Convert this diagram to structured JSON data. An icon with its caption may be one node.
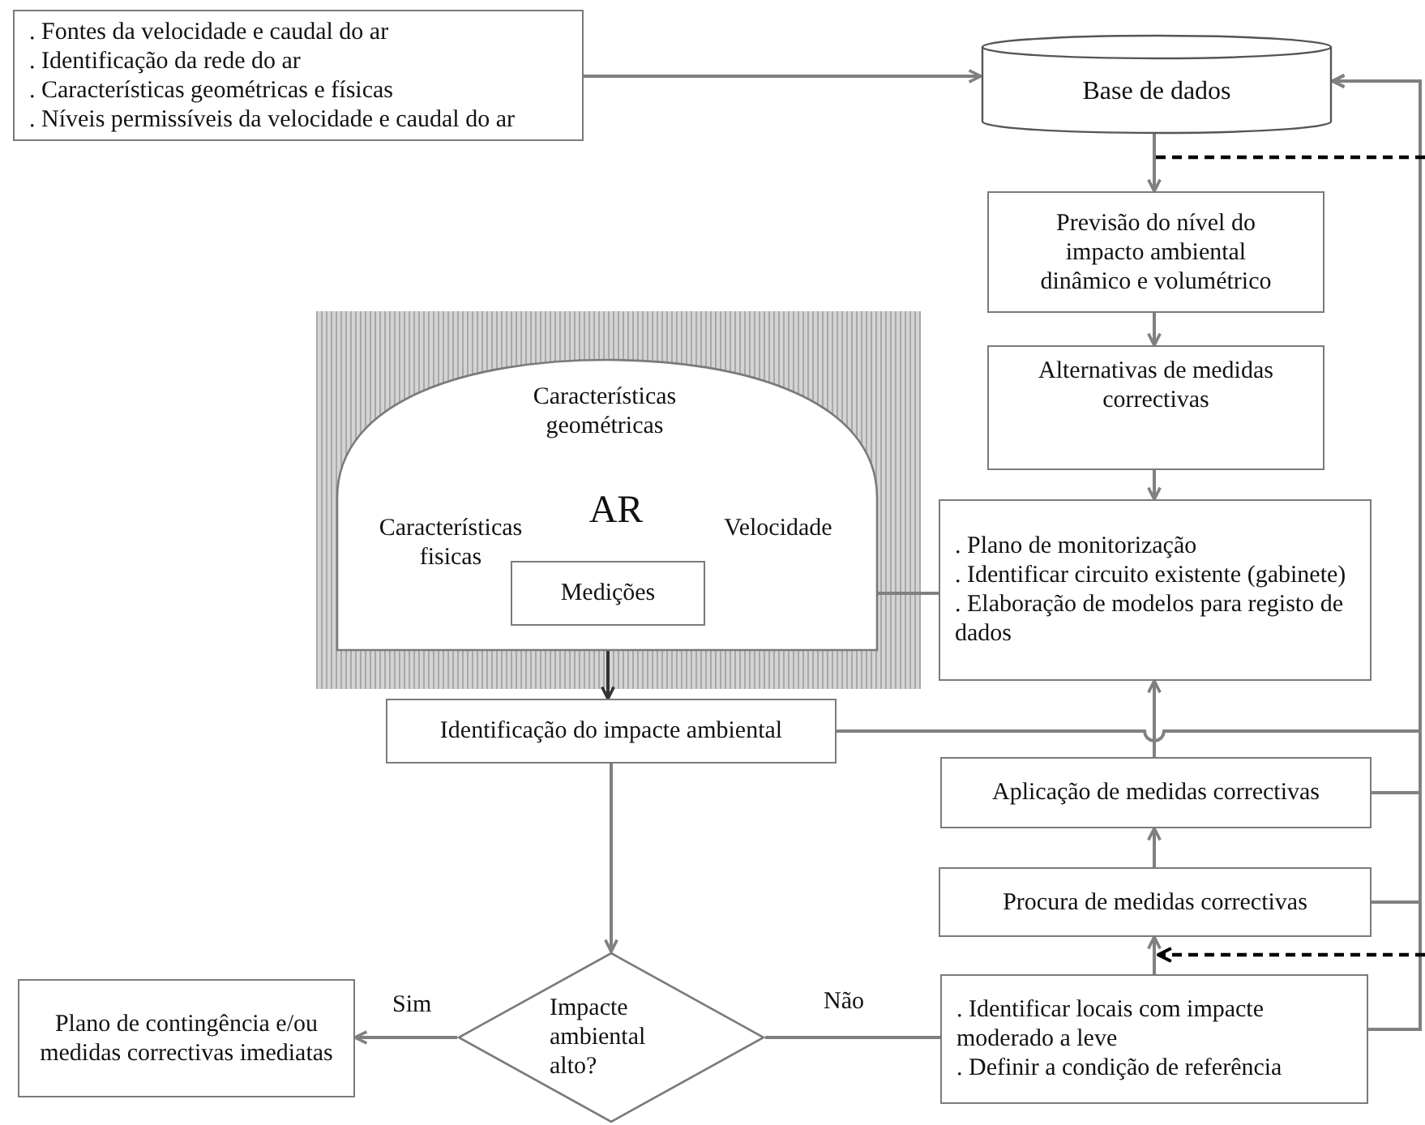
{
  "diagram": {
    "nodes": [
      {
        "text": [
          ". Fontes da velocidade e caudal do ar",
          ". Identificação da rede do ar",
          ". Características geométricas e físicas",
          ". Níveis permissíveis da velocidade e caudal do ar"
        ]
      },
      {
        "text": [
          "Base de dados"
        ]
      },
      {
        "text": [
          "Previsão do nível do impacto ambiental dinâmico e volumétrico"
        ]
      },
      {
        "text": [
          "Alternativas de medidas correctivas"
        ]
      },
      {
        "text": [
          ". Plano de monitorização",
          ". Identificar circuito existente (gabinete)",
          ". Elaboração de modelos para registo de dados"
        ]
      },
      {
        "text": [
          "Características geométricas",
          "AR",
          "Características fisicas",
          "Velocidade"
        ]
      },
      {
        "text": [
          "Medições"
        ],
        "in": 5
      },
      {
        "text": [
          "Identificação do impacte ambiental"
        ]
      },
      {
        "text": [
          "Aplicação de medidas correctivas"
        ]
      },
      {
        "text": [
          "Procura de medidas correctivas"
        ]
      },
      {
        "text": [
          "Impacte ambiental alto?"
        ]
      },
      {
        "text": [
          "Plano de contingência e/ou medidas correctivas imediatas"
        ]
      },
      {
        "text": [
          ". Identificar locais com impacte moderado a leve",
          ". Definir a condição de referência"
        ]
      }
    ],
    "edges": [
      {
        "from": 0,
        "to": 1,
        "arrow": "to"
      },
      {
        "from": 1,
        "to": 2,
        "arrow": "to"
      },
      {
        "from": 2,
        "to": 3,
        "arrow": "to"
      },
      {
        "from": 3,
        "to": 4,
        "arrow": "to"
      },
      {
        "from": 4,
        "to": 6,
        "arrow": "to"
      },
      {
        "from": 6,
        "to": 7,
        "arrow": "to",
        "color": "#333333"
      },
      {
        "from": 7,
        "to": 10,
        "arrow": "to"
      },
      {
        "from": 10,
        "to": 11,
        "arrow": "to",
        "label": "Sim"
      },
      {
        "from": 10,
        "to": 12,
        "arrow": "none",
        "label": "Não"
      },
      {
        "from": 12,
        "to": 9,
        "arrow": "to"
      },
      {
        "from": 9,
        "to": 8,
        "arrow": "to"
      },
      {
        "from": 8,
        "to": 4,
        "arrow": "to"
      },
      {
        "from": 7,
        "to": 1,
        "arrow": "to"
      },
      {
        "from": 8,
        "to": 1,
        "arrow": "to"
      },
      {
        "from": 9,
        "to": 1,
        "arrow": "to"
      },
      {
        "from": 12,
        "to": 1,
        "arrow": "to"
      },
      {
        "from": null,
        "to": 2,
        "arrow": "none",
        "style": "dashed",
        "color": "#000000"
      },
      {
        "from": null,
        "to": 9,
        "arrow": "to",
        "style": "dashed",
        "color": "#000000"
      }
    ]
  }
}
